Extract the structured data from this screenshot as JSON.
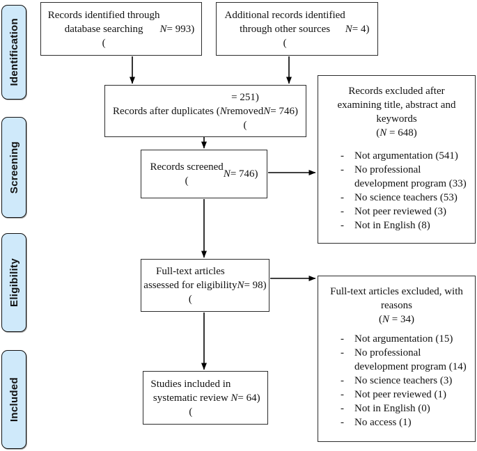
{
  "diagram": {
    "type": "prisma-flow",
    "stages": [
      {
        "label": "Identification"
      },
      {
        "label": "Screening"
      },
      {
        "label": "Eligibility"
      },
      {
        "label": "Included"
      }
    ],
    "boxes": {
      "database_search": {
        "lines": [
          "Records identified through",
          "database searching",
          "(N = 993)"
        ]
      },
      "other_sources": {
        "lines": [
          "Additional records identified",
          "through other sources",
          "(N = 4)"
        ]
      },
      "after_duplicates": {
        "lines": [
          "Records after duplicates (N = 251)",
          "removed",
          "(N = 746)"
        ]
      },
      "records_screened": {
        "lines": [
          "Records screened",
          "(N = 746)"
        ]
      },
      "records_excluded": {
        "title_lines": [
          "Records excluded after",
          "examining title, abstract and",
          "keywords",
          "(N = 648)"
        ],
        "reasons": [
          "Not argumentation (541)",
          "No professional development program (33)",
          "No science teachers (53)",
          "Not peer reviewed (3)",
          "Not in English (8)"
        ]
      },
      "fulltext_assessed": {
        "lines": [
          "Full-text articles",
          "assessed for eligibility",
          "(N = 98)"
        ]
      },
      "fulltext_excluded": {
        "title_lines": [
          "Full-text articles excluded, with",
          "reasons",
          "(N = 34)"
        ],
        "reasons": [
          "Not argumentation (15)",
          "No professional development program (14)",
          "No science teachers (3)",
          "Not peer reviewed (1)",
          "Not in English (0)",
          "No access (1)"
        ]
      },
      "studies_included": {
        "lines": [
          "Studies included in",
          "systematic review",
          "(N = 64)"
        ]
      }
    },
    "list_marker": "-",
    "colors": {
      "stage_fill": "#cfe9fa",
      "stage_border": "#111111",
      "box_border": "#2b2b2b",
      "text": "#111111",
      "arrow": "#000000",
      "background": "#ffffff"
    }
  }
}
